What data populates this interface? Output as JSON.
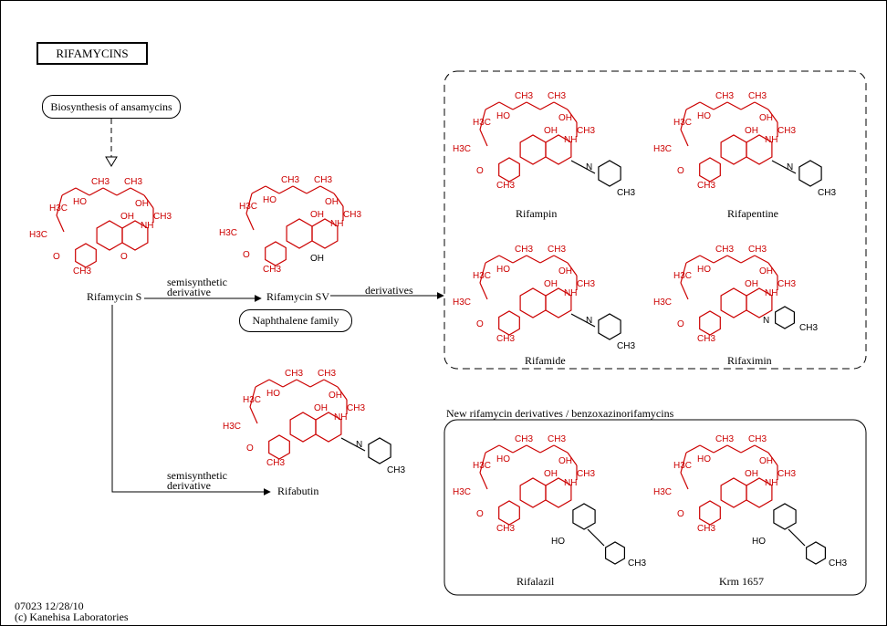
{
  "title": "RIFAMYCINS",
  "biosynthesis_label": "Biosynthesis of ansamycins",
  "naphthalene_label": "Naphthalene family",
  "compounds": {
    "rifamycin_s": "Rifamycin S",
    "rifamycin_sv": "Rifamycin SV",
    "rifabutin": "Rifabutin",
    "rifampin": "Rifampin",
    "rifapentine": "Rifapentine",
    "rifamide": "Rifamide",
    "rifaximin": "Rifaximin",
    "rifalazil": "Rifalazil",
    "krm1657": "Krm 1657"
  },
  "arrows": {
    "semisynthetic_top_1": "semisynthetic",
    "semisynthetic_top_2": "derivative",
    "semisynthetic_bottom_1": "semisynthetic",
    "semisynthetic_bottom_2": "derivative",
    "derivatives": "derivatives"
  },
  "group_label_new": "New rifamycin derivatives / benzoxazinorifamycins",
  "footer": {
    "map_id": "07023 12/28/10",
    "copyright": "(c) Kanehisa Laboratories"
  },
  "atoms": {
    "h3c": "H3C",
    "ch3": "CH3",
    "ho": "HO",
    "oh": "OH",
    "o": "O",
    "nh": "NH",
    "n": "N"
  },
  "colors": {
    "core": "#cc0000",
    "substituent": "#000000"
  }
}
